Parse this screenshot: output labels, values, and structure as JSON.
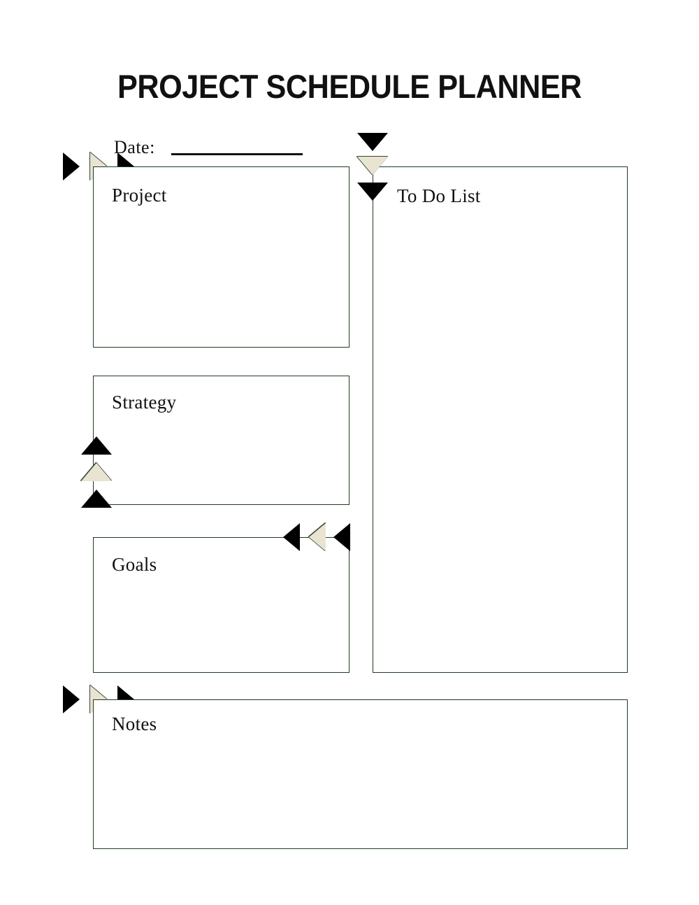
{
  "document": {
    "title": "PROJECT SCHEDULE PLANNER"
  },
  "date_field": {
    "label": "Date:",
    "value": ""
  },
  "sections": {
    "project": {
      "label": "Project",
      "content": ""
    },
    "strategy": {
      "label": "Strategy",
      "content": ""
    },
    "goals": {
      "label": "Goals",
      "content": ""
    },
    "todo": {
      "label": "To Do List",
      "content": ""
    },
    "notes": {
      "label": "Notes",
      "content": ""
    }
  },
  "decorations": {
    "arrow_black": "triangle-solid",
    "arrow_beige": "triangle-outline",
    "colors": {
      "border": "#1f3b1f",
      "arrow_fill_black": "#000000",
      "arrow_fill_beige": "#e9e3d2",
      "arrow_outline": "#33442f",
      "text": "#111111",
      "background": "#ffffff"
    }
  }
}
